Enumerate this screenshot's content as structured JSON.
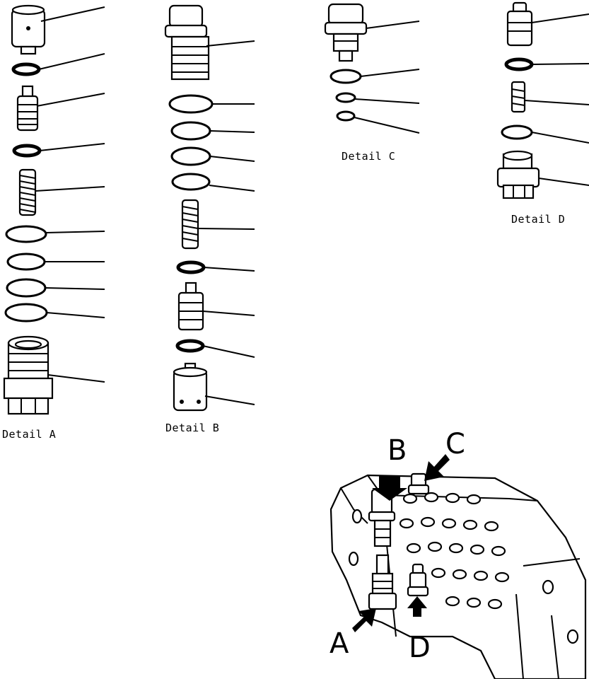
{
  "details": {
    "a": {
      "label": "Detail A"
    },
    "b": {
      "label": "Detail B"
    },
    "c": {
      "label": "Detail C"
    },
    "d": {
      "label": "Detail D"
    }
  },
  "callouts": {
    "a": "A",
    "b": "B",
    "c": "C",
    "d": "D"
  }
}
